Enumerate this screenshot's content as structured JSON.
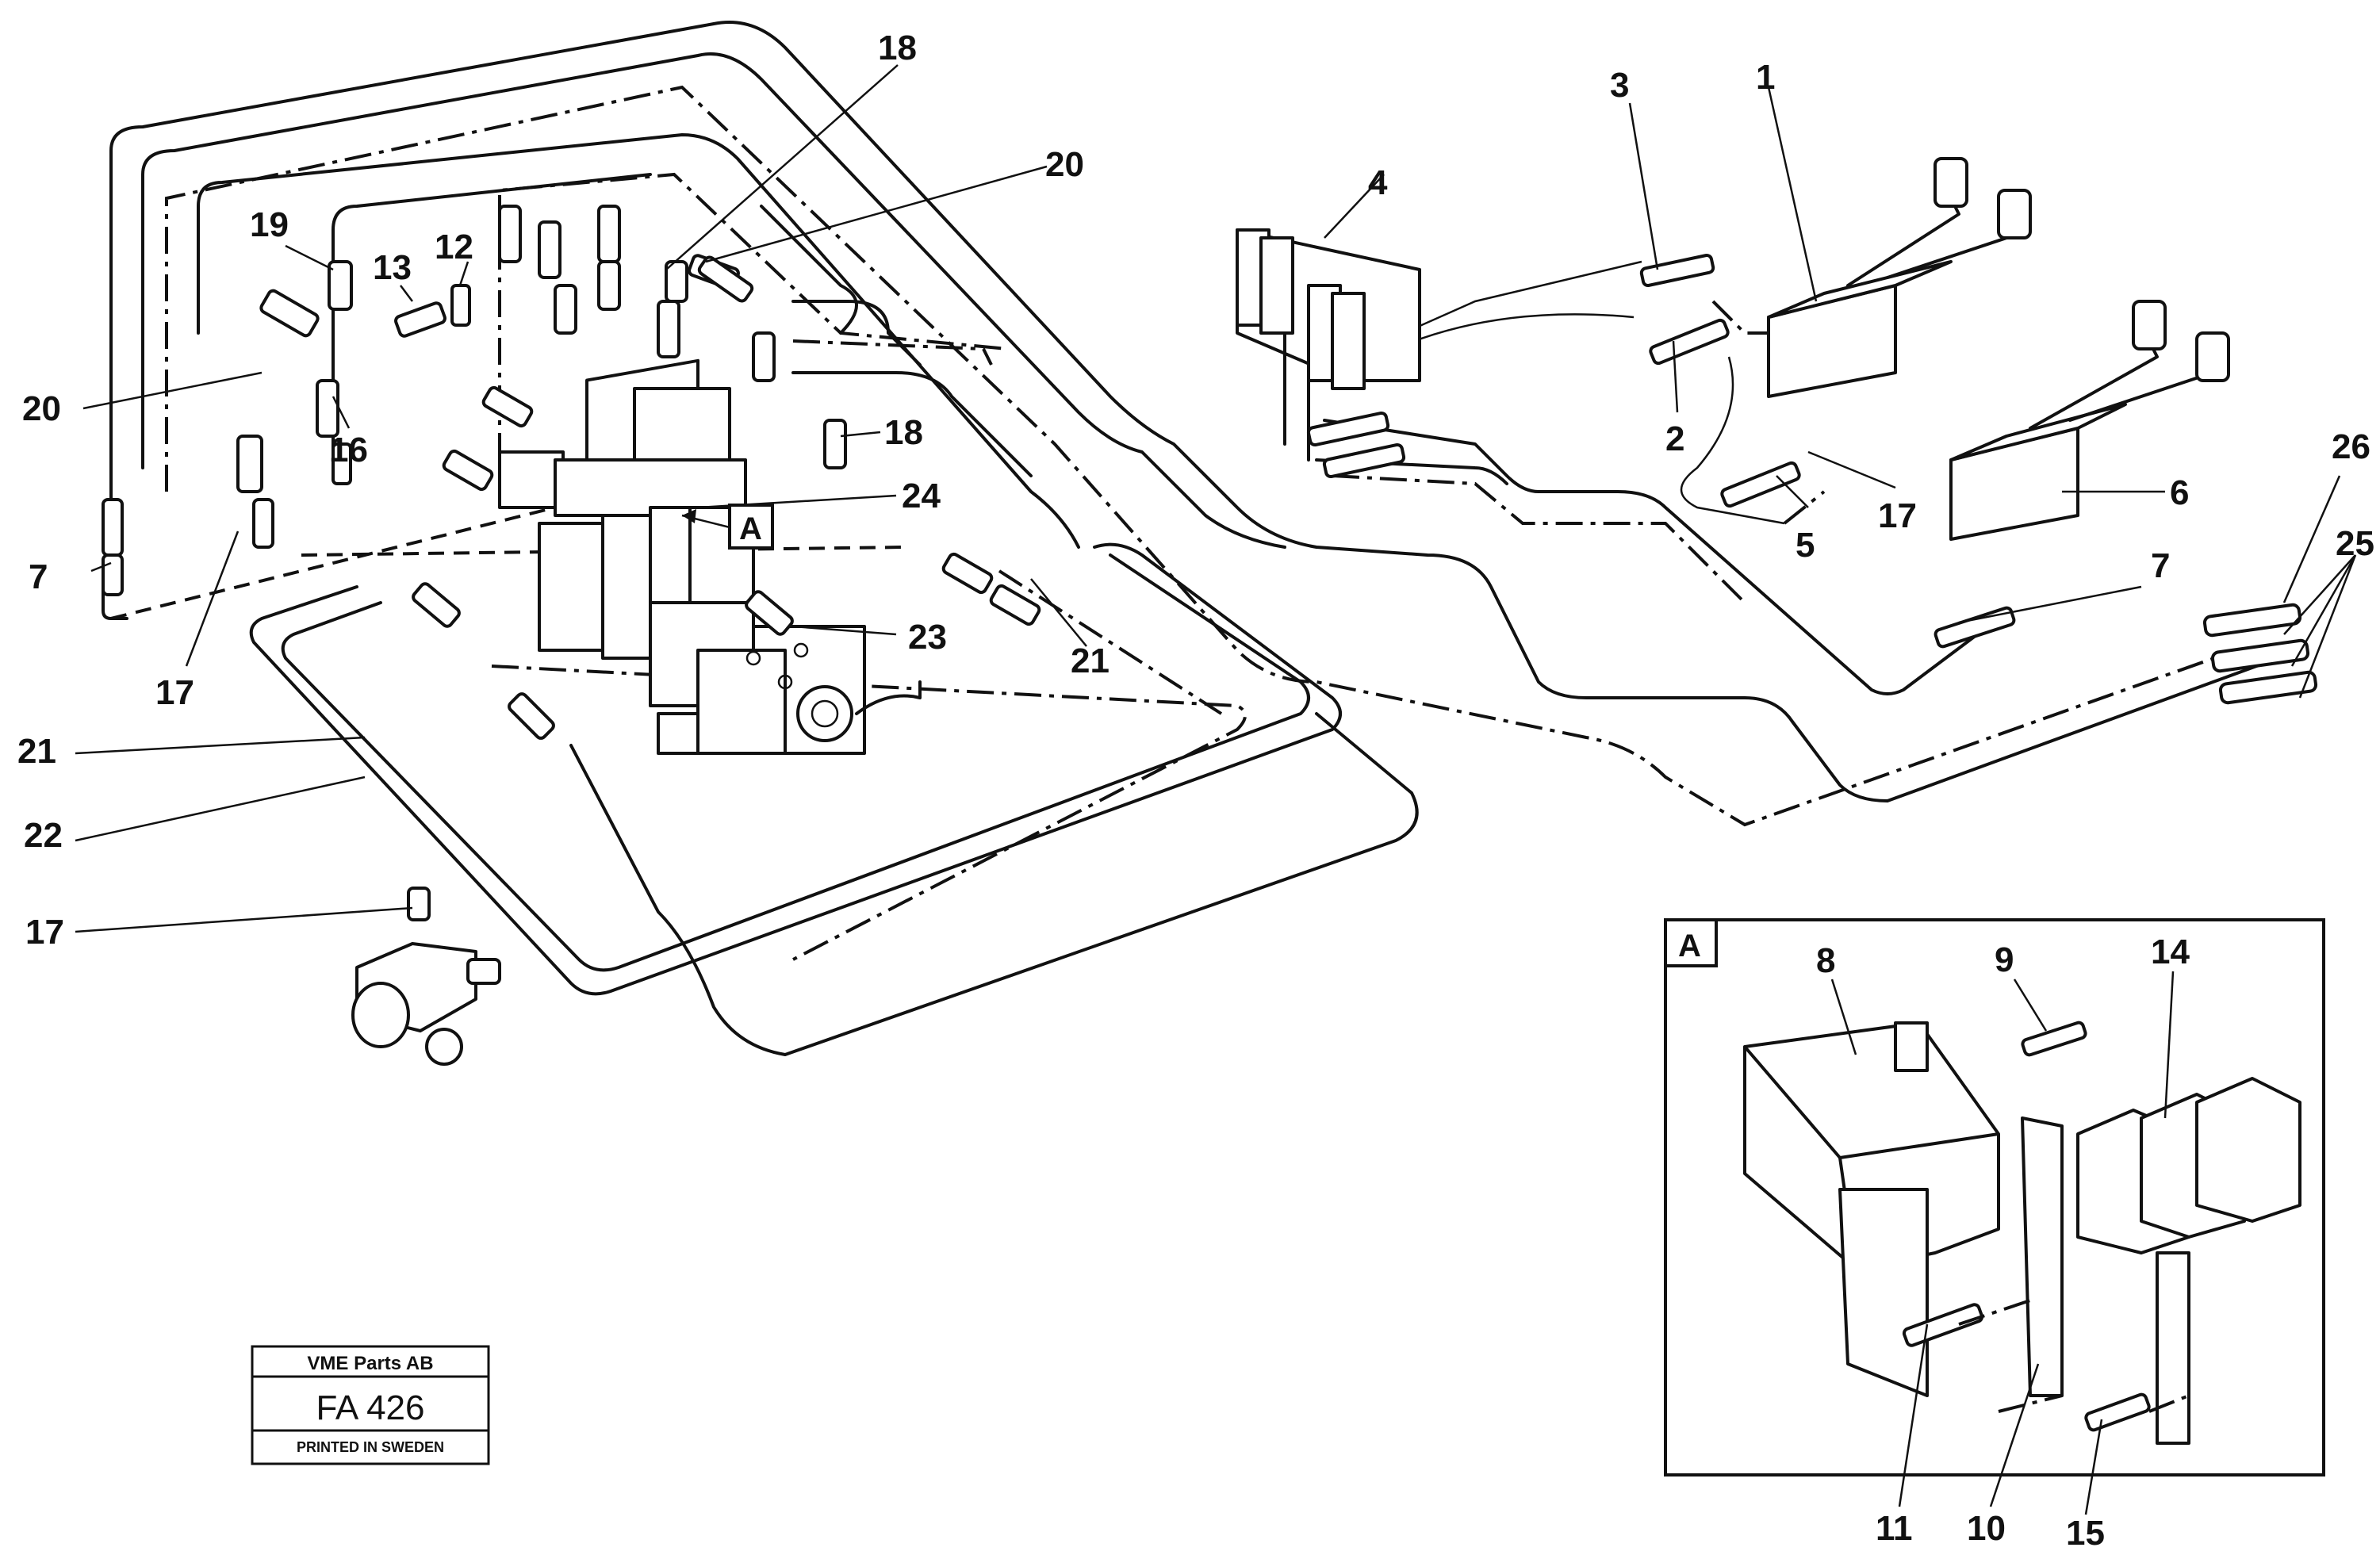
{
  "title_block": {
    "company": "VME Parts AB",
    "figure": "FA 426",
    "printed": "PRINTED IN SWEDEN"
  },
  "detail": {
    "label": "A",
    "pointer_label": "A"
  },
  "callouts": {
    "c1": "1",
    "c2": "2",
    "c3": "3",
    "c4": "4",
    "c5": "5",
    "c6": "6",
    "c7a": "7",
    "c7b": "7",
    "c8": "8",
    "c9": "9",
    "c10": "10",
    "c11": "11",
    "c12": "12",
    "c13": "13",
    "c14": "14",
    "c15": "15",
    "c16": "16",
    "c17a": "17",
    "c17b": "17",
    "c17c": "17",
    "c18a": "18",
    "c18b": "18",
    "c19": "19",
    "c20a": "20",
    "c20b": "20",
    "c21a": "21",
    "c21b": "21",
    "c22": "22",
    "c23": "23",
    "c24": "24",
    "c25": "25",
    "c26": "26"
  }
}
